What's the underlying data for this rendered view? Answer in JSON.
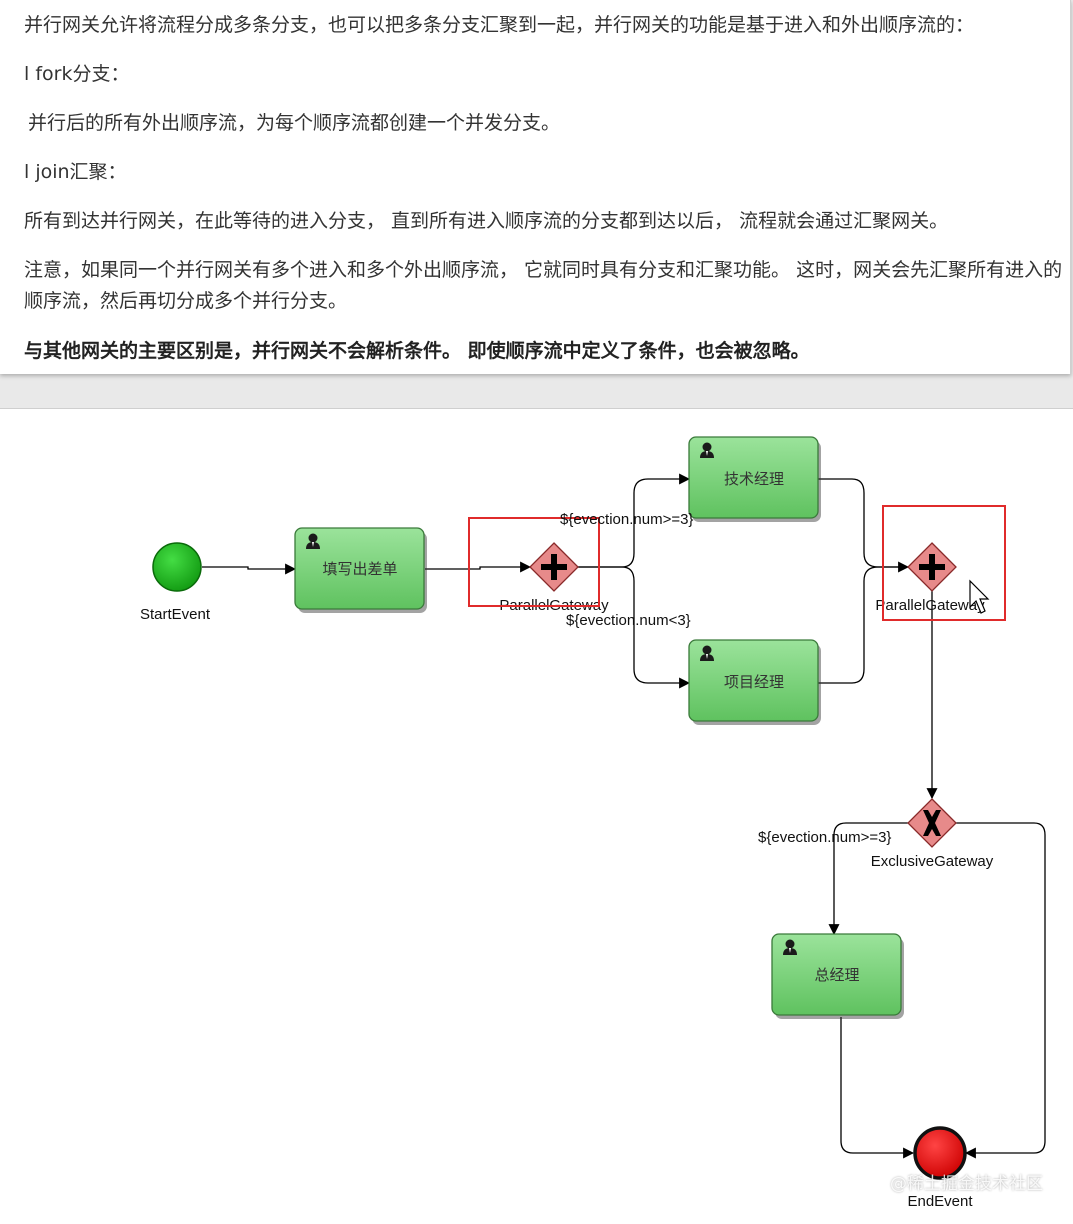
{
  "text": {
    "intro": "并行网关允许将流程分成多条分支，也可以把多条分支汇聚到一起，并行网关的功能是基于进入和外出顺序流的：",
    "fork_heading": "l  fork分支：",
    "fork_desc": "并行后的所有外出顺序流，为每个顺序流都创建一个并发分支。",
    "join_heading": "l  join汇聚：",
    "join_desc": "所有到达并行网关，在此等待的进入分支， 直到所有进入顺序流的分支都到达以后， 流程就会通过汇聚网关。",
    "note": "注意，如果同一个并行网关有多个进入和多个外出顺序流， 它就同时具有分支和汇聚功能。 这时，网关会先汇聚所有进入的顺序流，然后再切分成多个并行分支。",
    "emphasis": "与其他网关的主要区别是，并行网关不会解析条件。 即使顺序流中定义了条件，也会被忽略。"
  },
  "diagram": {
    "start_event": "StartEvent",
    "end_event": "EndEvent",
    "task_fill": "填写出差单",
    "task_tech_manager": "技术经理",
    "task_project_manager": "项目经理",
    "task_general_manager": "总经理",
    "fork_gateway": "ParallelGateway",
    "join_gateway": "ParallelGateway",
    "exclusive_gateway": "ExclusiveGateway",
    "cond_fork_upper": "${evection.num>=3}",
    "cond_fork_lower": "${evection.num<3}",
    "cond_exclusive": "${evection.num>=3}",
    "colors": {
      "start": "#22bb22",
      "end": "#ee1111",
      "task": "#7ed67e",
      "gateway": "#e78a8a",
      "highlight": "#e02b2b"
    }
  },
  "watermark": "@稀土掘金技术社区"
}
